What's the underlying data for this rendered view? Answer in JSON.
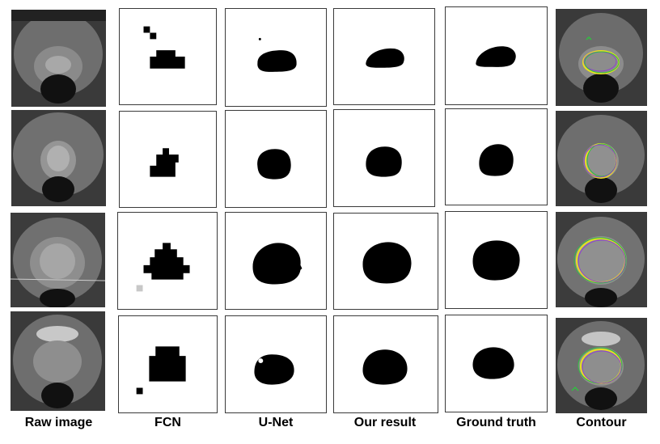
{
  "columns": [
    {
      "label": "Raw image"
    },
    {
      "label": "FCN"
    },
    {
      "label": "U-Net"
    },
    {
      "label": "Our result"
    },
    {
      "label": "Ground truth"
    },
    {
      "label": "Contour"
    }
  ],
  "colors": {
    "mask": "#000000",
    "background": "#ffffff",
    "contour_yellow": "#e8e020",
    "contour_green": "#30c040",
    "contour_purple": "#9040d0",
    "contour_red": "#e03030"
  }
}
